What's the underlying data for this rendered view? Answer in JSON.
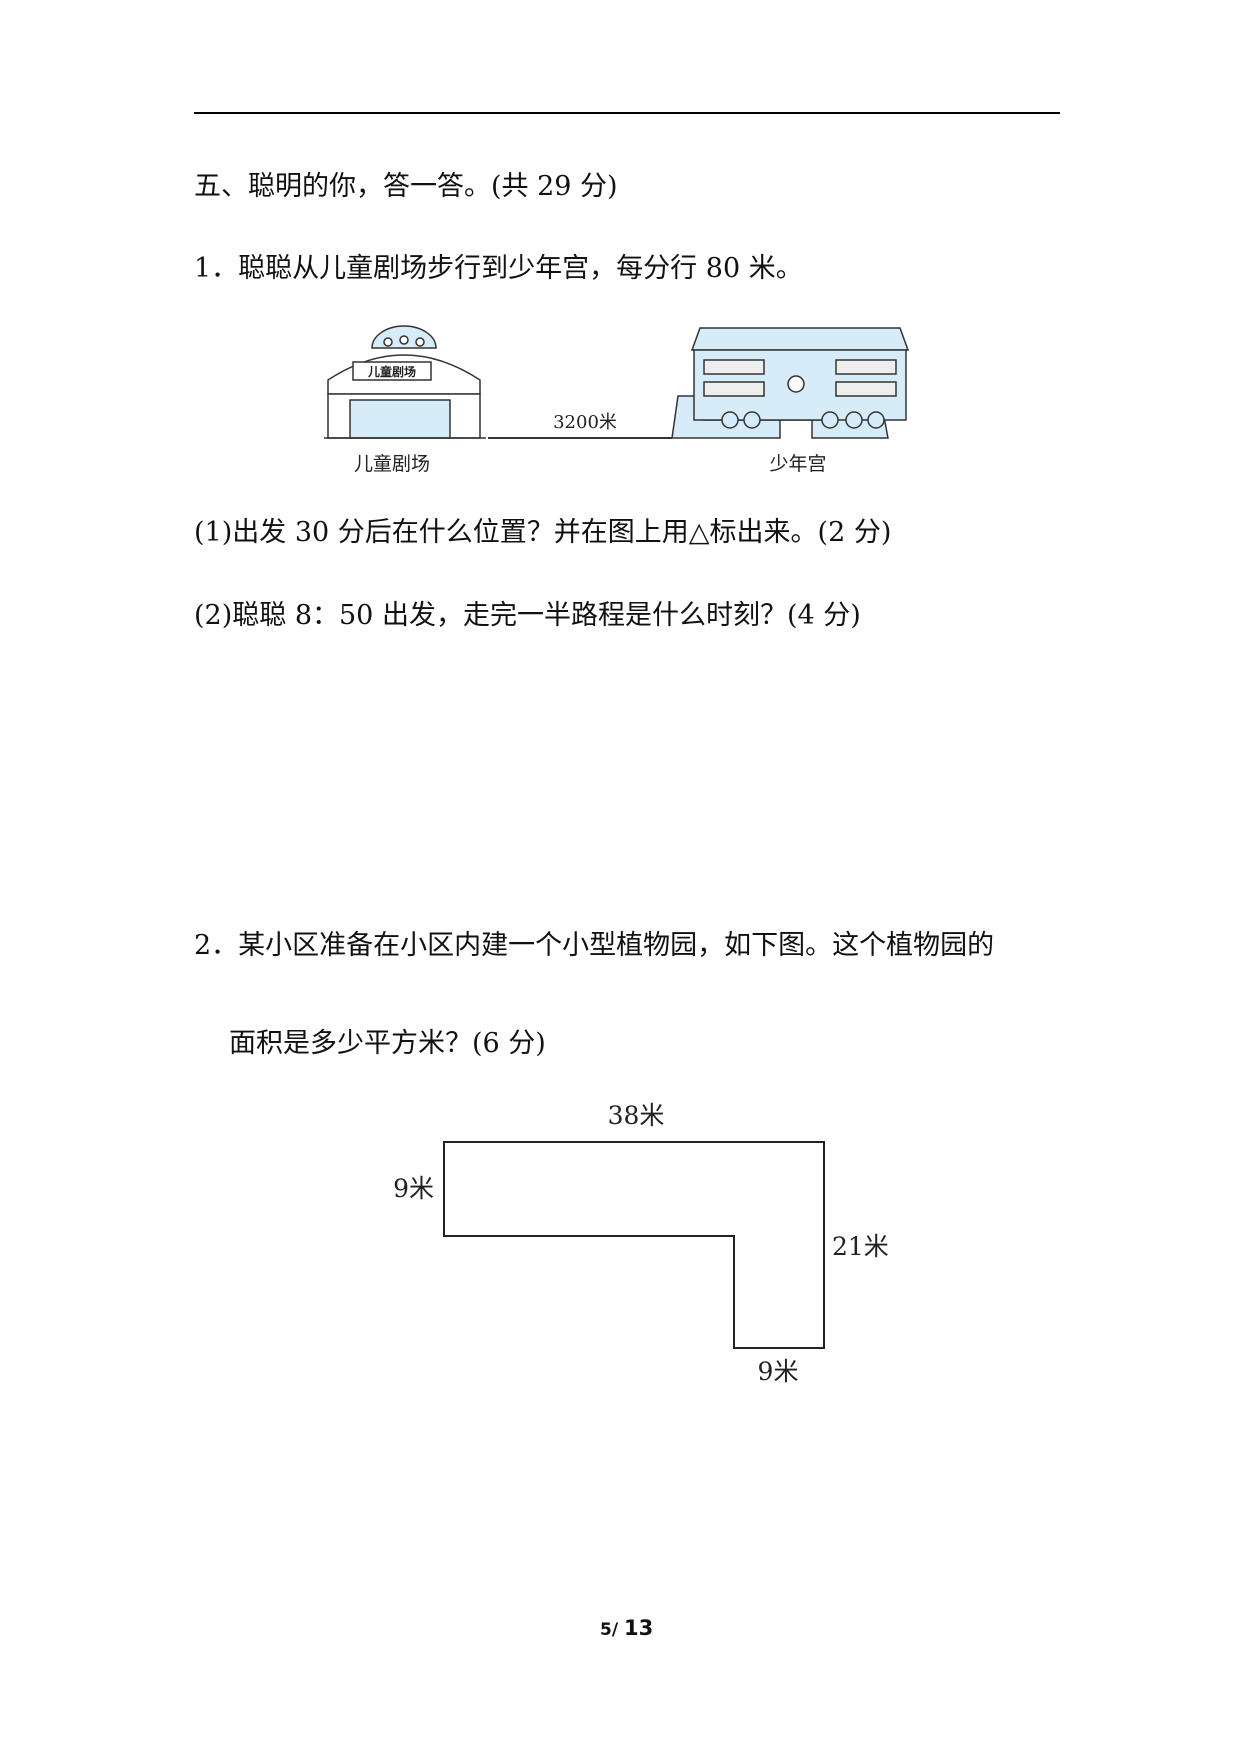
{
  "section": {
    "heading": "五、聪明的你，答一答。(共 29 分)"
  },
  "q1": {
    "text": "1．聪聪从儿童剧场步行到少年宫，每分行 80 米。",
    "figure": {
      "left_building_sign": "儿童剧场",
      "left_label": "儿童剧场",
      "distance_label": "3200米",
      "right_label": "少年宫"
    },
    "sub1": "(1)出发 30 分后在什么位置？并在图上用△标出来。(2 分)",
    "sub2": "(2)聪聪 8：50 出发，走完一半路程是什么时刻？(4 分)"
  },
  "q2": {
    "text_line1": "2．某小区准备在小区内建一个小型植物园，如下图。这个植物园的",
    "text_line2": "面积是多少平方米？(6 分)",
    "figure": {
      "top_label": "38米",
      "left_label": "9米",
      "right_label": "21米",
      "bottom_label": "9米"
    }
  },
  "footer": {
    "page": "5/",
    "total": "13"
  },
  "colors": {
    "building_fill": "#d6ecf8",
    "stroke": "#333333"
  }
}
